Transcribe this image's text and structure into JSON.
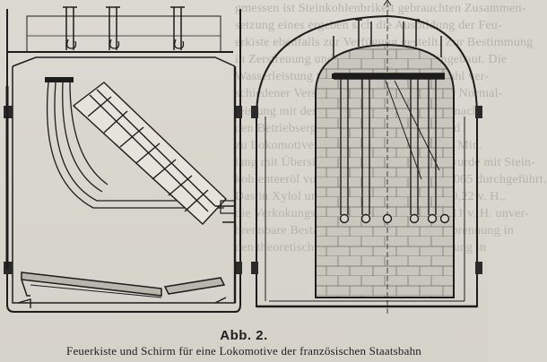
{
  "figure": {
    "label": "Abb. 2.",
    "caption": "Feuerkiste und Schirm für eine Lokomotive der französischen Staatsbahn"
  },
  "show_through_text": "gmessen ist Steinkohlenbrikett gebrauchten Zusammen-\nsetzung eines ergeben sich die Ausbildung der Feu-\nerkiste ebenfalls zur Verfügung gestellt. Zur Bestimmung\nin Zerstreuung und Zerstäuberplatten eingebaut. Die\nWasserleistung täglich Stunden Stundenzahl ver-\nschiedener Versuche war etwa 70 v. H. der Normal-\nleistung mit dem Einbau der Schirme, die nach\nden Betriebsergebnissen etwa betrugen und\nzu Lokomotiven verfolgt Stunden etwa 20 Min.\nlang mit Übersicht. Der normale Betrieb wurde mit Stein-\nkohlenteeröl vom spezifischen Gewicht 1,065 durchgeführt.\nDas in Xylol unlösliche Bestandteile von 0,22 v. H.,\ndie Verkokungsrückstände betrugen etwa 11 v. H. unver-\nbrennbare Bestandteile 0,02 v. H. Die Verbrennung in\nden theoretischen Gasmengen, die Verkokung in"
}
